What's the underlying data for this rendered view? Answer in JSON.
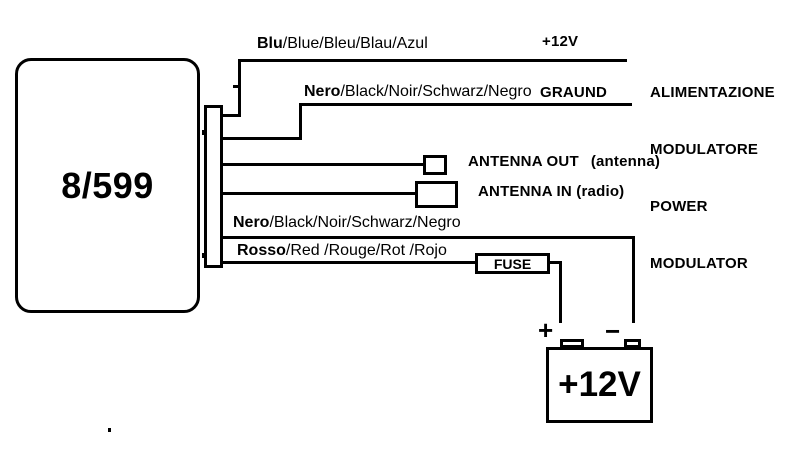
{
  "modulator": {
    "label": "8/599"
  },
  "captions": {
    "power_supply_lines": [
      "ALIMENTAZIONE",
      "MODULATORE",
      "POWER",
      "MODULATOR"
    ]
  },
  "wires": {
    "blue": {
      "color_word": "Blu",
      "translations": "/Blue/Bleu/Blau/Azul",
      "annotation": "+12V"
    },
    "black_power": {
      "color_word": "Nero",
      "translations": "/Black/Noir/Schwarz/Negro",
      "annotation": "GRAUND"
    },
    "antenna_out": {
      "label": "ANTENNA OUT",
      "note": "(antenna)"
    },
    "antenna_in": {
      "label": "ANTENNA IN (radio)"
    },
    "black_ground": {
      "color_word": "Nero",
      "translations": "/Black/Noir/Schwarz/Negro"
    },
    "red_fused": {
      "color_word": "Rosso",
      "translations": "/Red /Rouge/Rot /Rojo"
    }
  },
  "fuse": {
    "label": "FUSE"
  },
  "battery": {
    "label": "+12V",
    "positive": "+",
    "negative": "−"
  },
  "colors": {
    "ink": "#000000",
    "background": "#ffffff"
  }
}
